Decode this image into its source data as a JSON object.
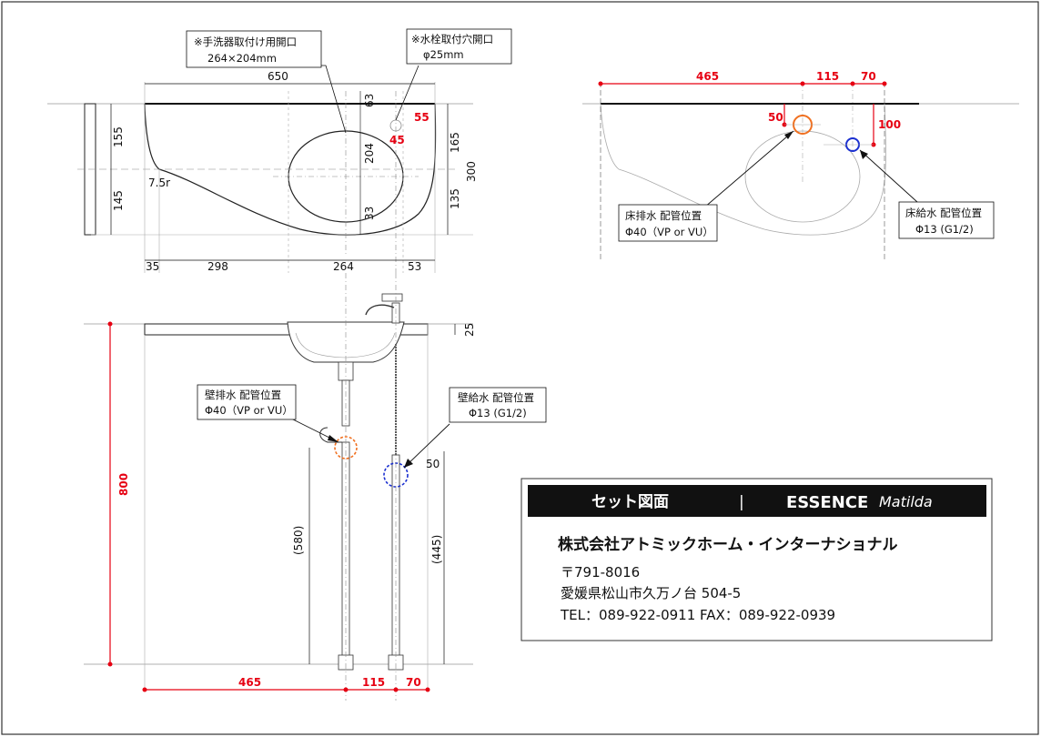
{
  "top_plan": {
    "open_note_line1": "※手洗器取付け用開口",
    "open_note_line2": "264×204mm",
    "faucet_note_line1": "※水栓取付穴開口",
    "faucet_note_line2": "φ25mm",
    "dim_650": "650",
    "dim_63": "63",
    "dim_55": "55",
    "dim_45": "45",
    "dim_155": "155",
    "dim_145": "145",
    "dim_204": "204",
    "dim_33": "33",
    "dim_165": "165",
    "dim_135": "135",
    "dim_300": "300",
    "dim_7_5r": "7.5r",
    "dim_35": "35",
    "dim_298": "298",
    "dim_264": "264",
    "dim_53": "53"
  },
  "right_plan": {
    "dim_465": "465",
    "dim_115": "115",
    "dim_70": "70",
    "dim_50": "50",
    "dim_100": "100",
    "floor_drain_line1": "床排水 配管位置",
    "floor_drain_line2": "Φ40（VP or VU）",
    "floor_supply_line1": "床給水 配管位置",
    "floor_supply_line2": "Φ13 (G1/2)"
  },
  "elevation": {
    "dim_25": "25",
    "dim_800": "800",
    "dim_580": "(580)",
    "dim_445": "(445)",
    "dim_50": "50",
    "dim_465": "465",
    "dim_115": "115",
    "dim_70": "70",
    "wall_drain_line1": "壁排水 配管位置",
    "wall_drain_line2": "Φ40（VP or VU）",
    "wall_supply_line1": "壁給水 配管位置",
    "wall_supply_line2": "Φ13 (G1/2)"
  },
  "title_block": {
    "set_label": "セット図面",
    "separator": "|",
    "brand": "ESSENCE",
    "product": "Matilda",
    "company": "株式会社アトミックホーム・インターナショナル",
    "postal": "〒791-8016",
    "address": "愛媛県松山市久万ノ台 504-5",
    "contact": "TEL：089-922-0911  FAX：089-922-0939"
  },
  "colors": {
    "dimension_red": "#e60012",
    "drain_orange": "#f07020",
    "supply_blue": "#1a2fd0",
    "title_bar_bg": "#111111"
  }
}
